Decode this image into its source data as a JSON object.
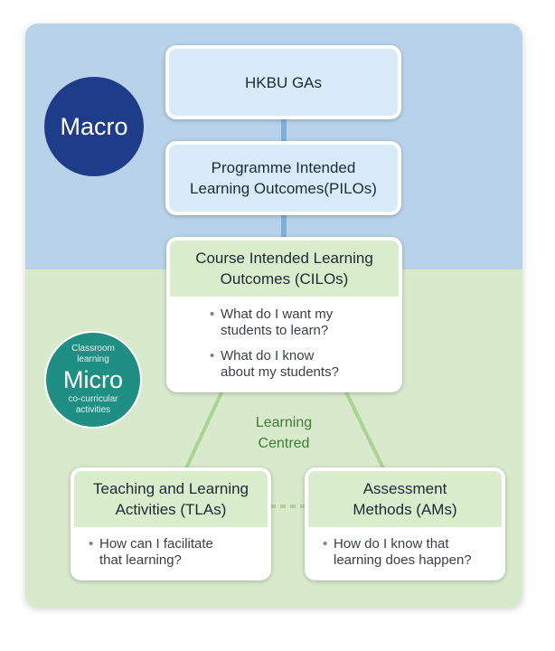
{
  "diagram": {
    "macro_label": "Macro",
    "micro": {
      "top_label": "Classroom learning",
      "main_label": "Micro",
      "bottom_label": "co-curricular activities"
    },
    "centre_label": [
      "Learning",
      "Centred"
    ],
    "hkbu_box": "HKBU GAs",
    "pilo_box": [
      "Programme Intended",
      "Learning Outcomes(PILOs)"
    ],
    "cilo_box": {
      "title": [
        "Course Intended Learning",
        "Outcomes (CILOs)"
      ],
      "bullets": [
        [
          "What do I want my",
          "students to learn?"
        ],
        [
          "What do I know",
          "about my students?"
        ]
      ]
    },
    "tla_box": {
      "title": [
        "Teaching and Learning",
        "Activities (TLAs)"
      ],
      "bullets": [
        [
          "How can I facilitate",
          "that learning?"
        ]
      ]
    },
    "am_box": {
      "title": [
        "Assessment",
        "Methods (AMs)"
      ],
      "bullets": [
        [
          "How do I know that",
          "learning does happen?"
        ]
      ]
    },
    "colors": {
      "macro_band": "#b8d2ea",
      "micro_band": "#d8e9cc",
      "macro_circle": "#1f3c8b",
      "micro_circle": "#1e8f82",
      "connector_blue": "#7fb0dc",
      "connector_green": "#a8d592"
    }
  }
}
